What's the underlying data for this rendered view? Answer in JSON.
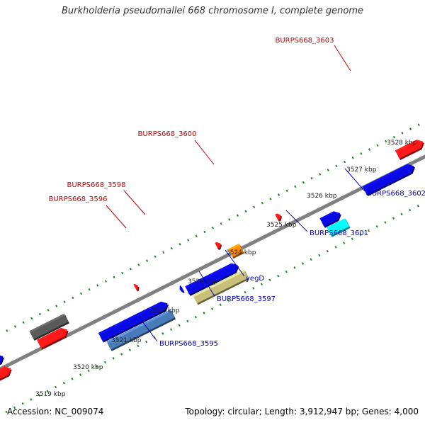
{
  "title": "Burkholderia pseudomallei 668 chromosome I, complete genome",
  "footer": {
    "accession": "Accession: NC_009074",
    "topology": "Topology: circular; Length: 3,912,947 bp; Genes: 4,000"
  },
  "colors": {
    "backbone": "#808080",
    "tick": "#1a8a1a",
    "label_red": "#cc0000",
    "label_blue": "#0000cc",
    "red": "#ff1a1a",
    "blue": "#0a0ae6",
    "gray": "#5a5a5a",
    "orange": "#ff8c00",
    "cyan": "#00ffff",
    "khaki": "#c8c07a",
    "steelblue": "#4a7ab8"
  },
  "ticks": [
    {
      "label": "3519 kbp"
    },
    {
      "label": "3520 kbp"
    },
    {
      "label": "3521 kbp"
    },
    {
      "label": "3522 kbp"
    },
    {
      "label": "3523 kbp"
    },
    {
      "label": "3524 kbp"
    },
    {
      "label": "3525 kbp"
    },
    {
      "label": "3526 kbp"
    },
    {
      "label": "3527 kbp"
    },
    {
      "label": "3528 kbp"
    }
  ],
  "gene_labels": [
    {
      "text": "BURPS668_3603",
      "color": "label_red"
    },
    {
      "text": "BURPS668_3600",
      "color": "label_red"
    },
    {
      "text": "BURPS668_3598",
      "color": "label_red"
    },
    {
      "text": "BURPS668_3596",
      "color": "label_red"
    },
    {
      "text": "BURPS668_3602",
      "color": "label_blue"
    },
    {
      "text": "BURPS668_3601",
      "color": "label_blue"
    },
    {
      "text": "yegD",
      "color": "label_blue"
    },
    {
      "text": "BURPS668_3597",
      "color": "label_blue"
    },
    {
      "text": "BURPS668_3595",
      "color": "label_blue"
    }
  ]
}
